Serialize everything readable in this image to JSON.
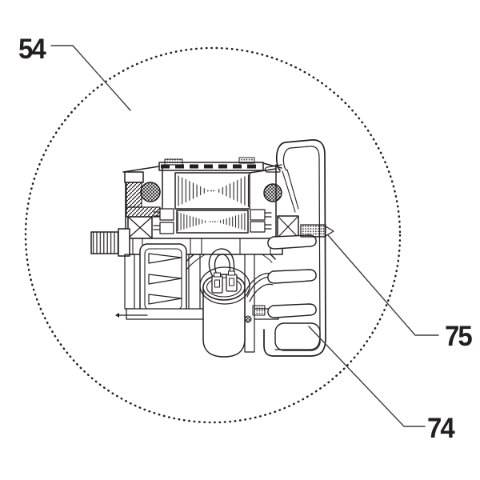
{
  "diagram": {
    "background": "#ffffff",
    "line_color": "#231f20",
    "leader_line_color": "#3d3d3d",
    "label_color": "#231f20"
  },
  "callouts": [
    {
      "label": "54"
    },
    {
      "label": "75"
    },
    {
      "label": "74"
    }
  ]
}
